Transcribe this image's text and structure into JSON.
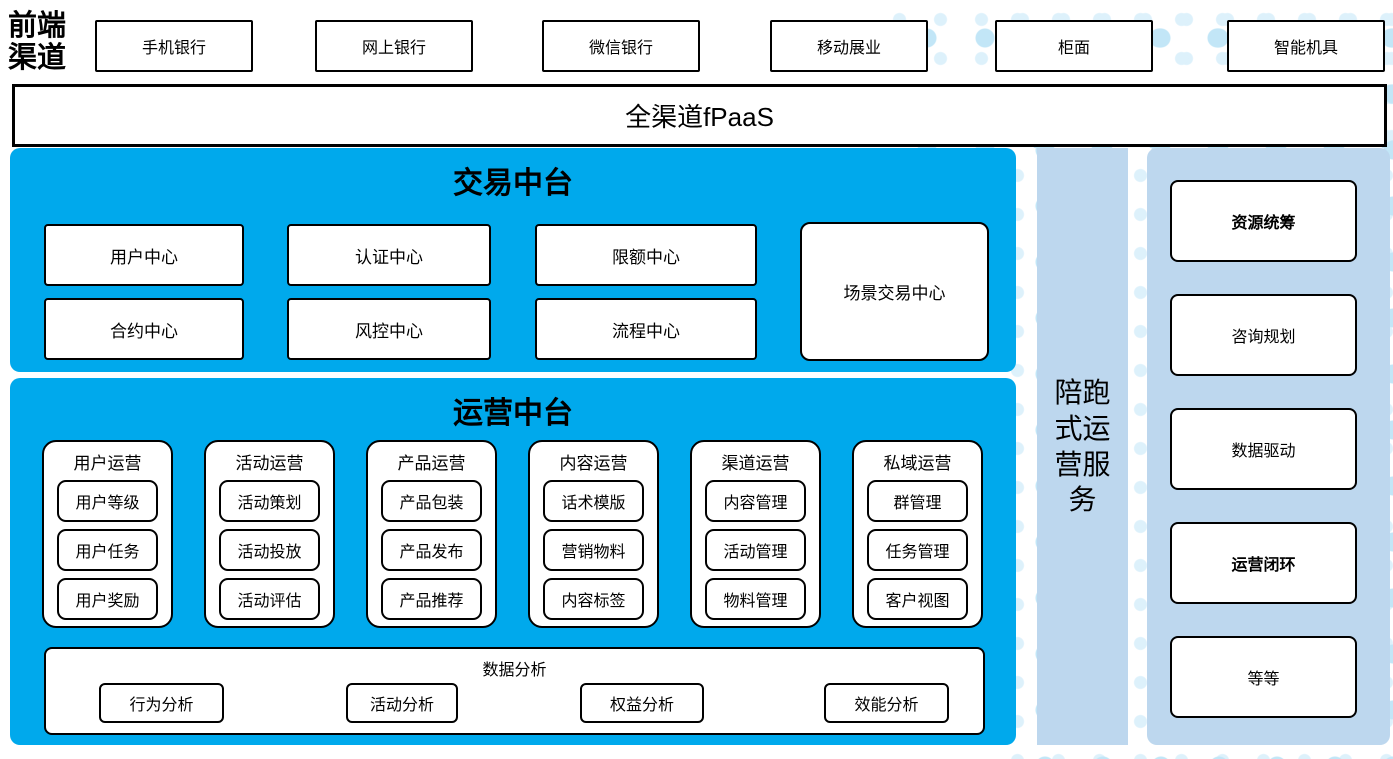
{
  "frontend": {
    "label": "前端渠道",
    "channels": [
      "手机银行",
      "网上银行",
      "微信银行",
      "移动展业",
      "柜面",
      "智能机具"
    ]
  },
  "fpaas_label": "全渠道fPaaS",
  "trade_platform": {
    "title": "交易中台",
    "centers_row1": [
      "用户中心",
      "认证中心",
      "限额中心"
    ],
    "centers_row2": [
      "合约中心",
      "风控中心",
      "流程中心"
    ],
    "scene_center": "场景交易中心"
  },
  "operations_platform": {
    "title": "运营中台",
    "groups": [
      {
        "title": "用户运营",
        "items": [
          "用户等级",
          "用户任务",
          "用户奖励"
        ]
      },
      {
        "title": "活动运营",
        "items": [
          "活动策划",
          "活动投放",
          "活动评估"
        ]
      },
      {
        "title": "产品运营",
        "items": [
          "产品包装",
          "产品发布",
          "产品推荐"
        ]
      },
      {
        "title": "内容运营",
        "items": [
          "话术模版",
          "营销物料",
          "内容标签"
        ]
      },
      {
        "title": "渠道运营",
        "items": [
          "内容管理",
          "活动管理",
          "物料管理"
        ]
      },
      {
        "title": "私域运营",
        "items": [
          "群管理",
          "任务管理",
          "客户视图"
        ]
      }
    ],
    "data_analysis": {
      "title": "数据分析",
      "items": [
        "行为分析",
        "活动分析",
        "权益分析",
        "效能分析"
      ]
    }
  },
  "companion_service": {
    "label": "陪跑式运营服务"
  },
  "service_items": [
    "资源统筹",
    "咨询规划",
    "数据驱动",
    "运营闭环",
    "等等"
  ],
  "colors": {
    "platform_blue": "#00a9ec",
    "panel_light_blue": "#bdd7ee",
    "dot_blue": "#c2e6f7",
    "border": "#000000"
  }
}
